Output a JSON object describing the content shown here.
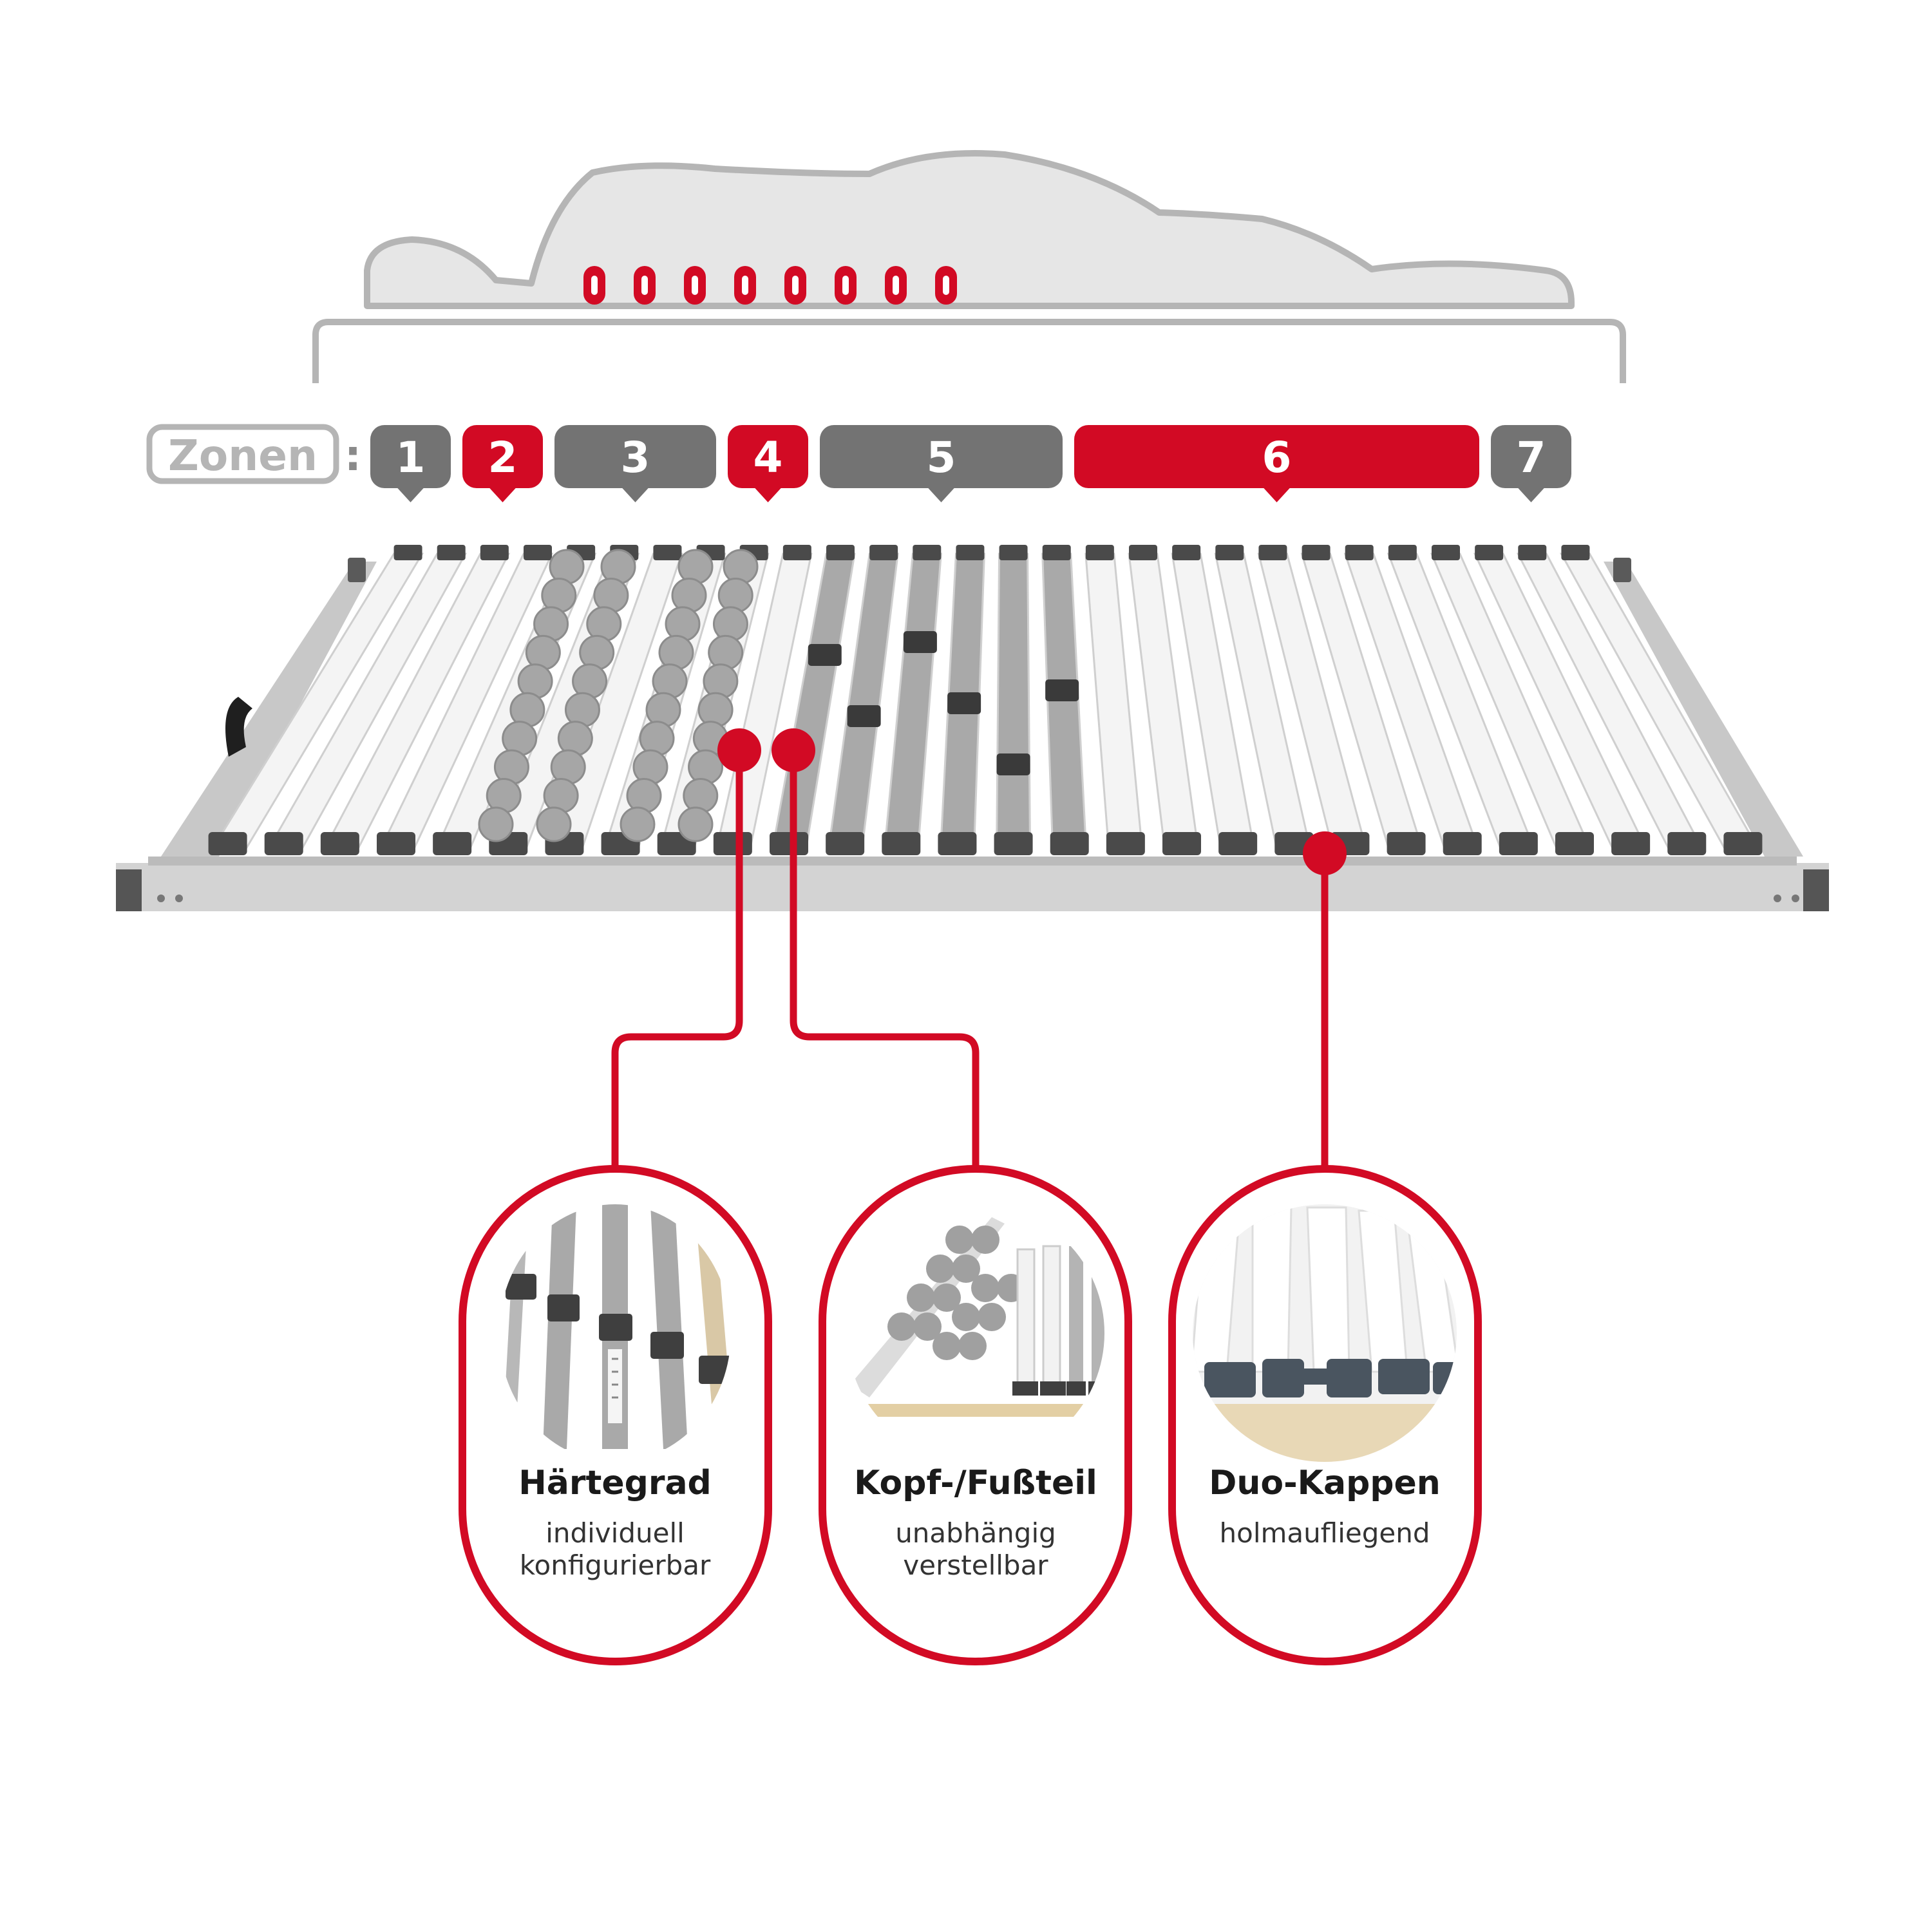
{
  "colors": {
    "accent": "#d20a24",
    "zone_gray": "#737373",
    "silhouette_fill": "#e6e6e6",
    "silhouette_stroke": "#b5b5b5",
    "frame": "#c8c8c8",
    "slat": "#f4f4f4",
    "slat_gray": "#a9a9a9",
    "cap": "#4a4a4a"
  },
  "zones_label": "Zonen",
  "zones_separator": ":",
  "zones": [
    {
      "number": "1",
      "highlight": false,
      "slat_span": 1
    },
    {
      "number": "2",
      "highlight": true,
      "slat_span": 1
    },
    {
      "number": "3",
      "highlight": false,
      "slat_span": 2
    },
    {
      "number": "4",
      "highlight": true,
      "slat_span": 1
    },
    {
      "number": "5",
      "highlight": false,
      "slat_span": 3
    },
    {
      "number": "6",
      "highlight": true,
      "slat_span": 5
    },
    {
      "number": "7",
      "highlight": false,
      "slat_span": 1
    }
  ],
  "pressure_marker_count": 8,
  "slats": {
    "count": 28
  },
  "callouts": [
    {
      "id": "haertegrad",
      "title": "Härtegrad",
      "subtitle": [
        "individuell",
        "konfigurierbar"
      ],
      "image": "adjustable-slats"
    },
    {
      "id": "kopf-fussteil",
      "title": "Kopf-/Fußteil",
      "subtitle": [
        "unabhängig",
        "verstellbar"
      ],
      "image": "raised-head-section"
    },
    {
      "id": "duo-kappen",
      "title": "Duo-Kappen",
      "subtitle": [
        "holmaufliegend"
      ],
      "image": "duo-caps"
    }
  ]
}
